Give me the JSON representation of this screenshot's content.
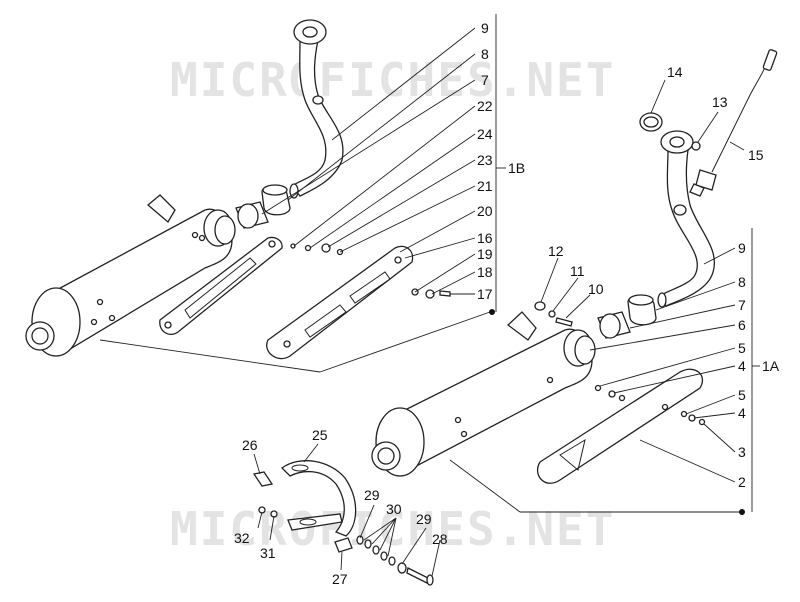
{
  "watermark": "MICROFICHES.NET",
  "labels": {
    "l9a": "9",
    "l8a": "8",
    "l7a": "7",
    "l22": "22",
    "l24": "24",
    "l23": "23",
    "l1B": "1B",
    "l21": "21",
    "l20": "20",
    "l16": "16",
    "l19": "19",
    "l18": "18",
    "l17": "17",
    "l14": "14",
    "l13": "13",
    "l15": "15",
    "l12": "12",
    "l11": "11",
    "l10": "10",
    "l9b": "9",
    "l8b": "8",
    "l7b": "7",
    "l6": "6",
    "l5a": "5",
    "l4a": "4",
    "l1A": "1A",
    "l5b": "5",
    "l4b": "4",
    "l3": "3",
    "l2": "2",
    "l26": "26",
    "l25": "25",
    "l29a": "29",
    "l30": "30",
    "l29b": "29",
    "l28": "28",
    "l32": "32",
    "l31": "31",
    "l27": "27"
  }
}
